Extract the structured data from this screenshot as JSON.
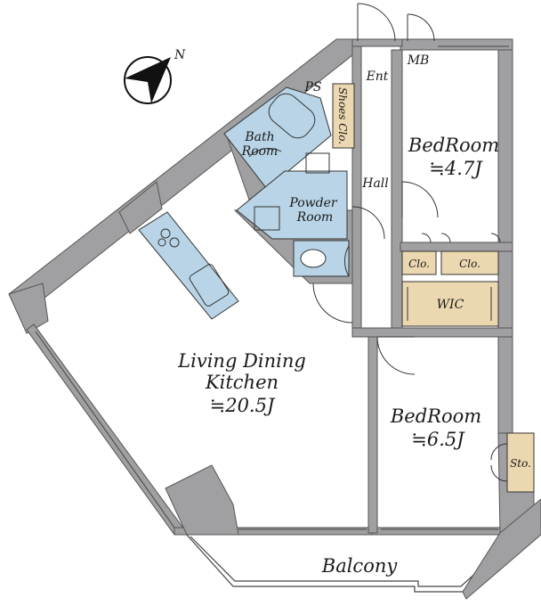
{
  "compass": {
    "label": "N",
    "icon": "north-arrow-icon"
  },
  "rooms": {
    "ldk": {
      "name_line1": "Living Dining",
      "name_line2": "Kitchen",
      "size": "≒20.5J"
    },
    "bedroom1": {
      "name": "BedRoom",
      "size": "≒4.7J"
    },
    "bedroom2": {
      "name": "BedRoom",
      "size": "≒6.5J"
    },
    "bath": {
      "name_line1": "Bath",
      "name_line2": "Room"
    },
    "powder": {
      "name_line1": "Powder",
      "name_line2": "Room"
    },
    "hall": "Hall",
    "entrance": "Ent",
    "mb": "MB",
    "ps": "PS",
    "shoes": "Shoes Clo.",
    "clo1": "Clo.",
    "clo2": "Clo.",
    "wic": "WIC",
    "storage": "Sto.",
    "balcony": "Balcony"
  },
  "colors": {
    "wall": "#a0a0a2",
    "wall_edge": "#555555",
    "wet_area": "#b8d4e6",
    "closet": "#ecd8b0",
    "line": "#333333"
  }
}
